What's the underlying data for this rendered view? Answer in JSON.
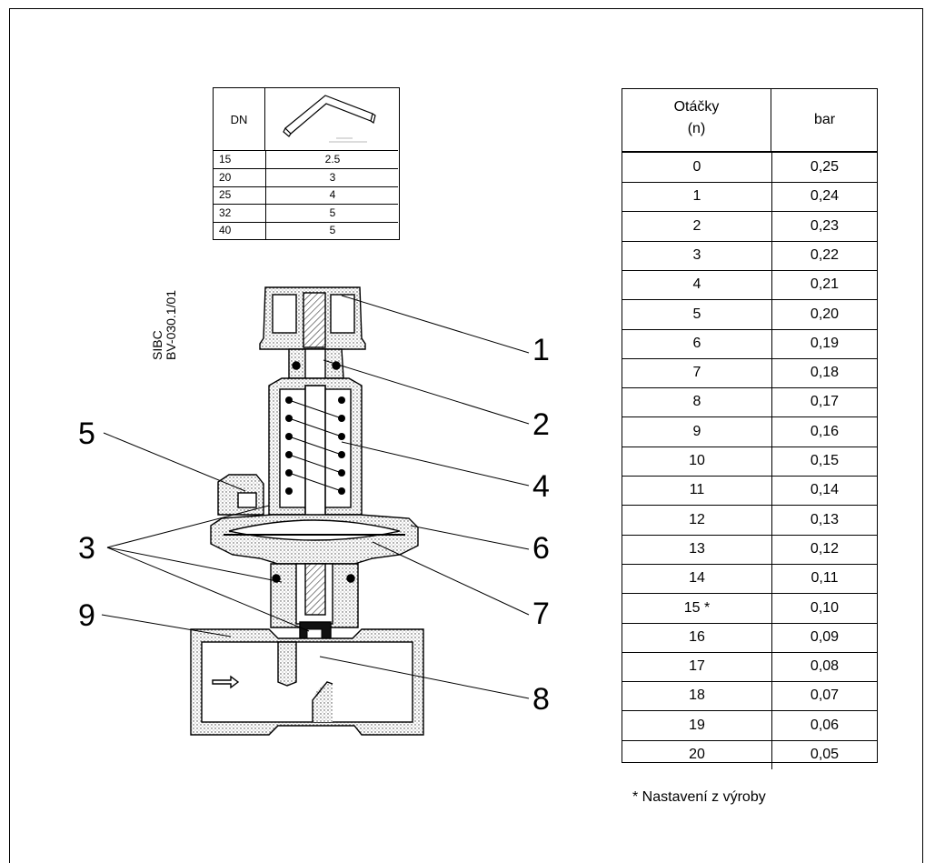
{
  "dn_table": {
    "header": "DN",
    "rows": [
      {
        "dn": "15",
        "size": "2.5"
      },
      {
        "dn": "20",
        "size": "3"
      },
      {
        "dn": "25",
        "size": "4"
      },
      {
        "dn": "32",
        "size": "5"
      },
      {
        "dn": "40",
        "size": "5"
      }
    ]
  },
  "pressure_table": {
    "col1_line1": "Otáčky",
    "col1_line2": "(n)",
    "col2": "bar",
    "rows": [
      {
        "n": "0",
        "bar": "0,25"
      },
      {
        "n": "1",
        "bar": "0,24"
      },
      {
        "n": "2",
        "bar": "0,23"
      },
      {
        "n": "3",
        "bar": "0,22"
      },
      {
        "n": "4",
        "bar": "0,21"
      },
      {
        "n": "5",
        "bar": "0,20"
      },
      {
        "n": "6",
        "bar": "0,19"
      },
      {
        "n": "7",
        "bar": "0,18"
      },
      {
        "n": "8",
        "bar": "0,17"
      },
      {
        "n": "9",
        "bar": "0,16"
      },
      {
        "n": "10",
        "bar": "0,15"
      },
      {
        "n": "11",
        "bar": "0,14"
      },
      {
        "n": "12",
        "bar": "0,13"
      },
      {
        "n": "13",
        "bar": "0,12"
      },
      {
        "n": "14",
        "bar": "0,11"
      },
      {
        "n": "15 *",
        "bar": "0,10"
      },
      {
        "n": "16",
        "bar": "0,09"
      },
      {
        "n": "17",
        "bar": "0,08"
      },
      {
        "n": "18",
        "bar": "0,07"
      },
      {
        "n": "19",
        "bar": "0,06"
      },
      {
        "n": "20",
        "bar": "0,05"
      }
    ]
  },
  "footnote": "* Nastavení z výroby",
  "drawing_code": {
    "line1": "SIBC",
    "line2": "BV-030.1/01"
  },
  "callouts": {
    "c1": "1",
    "c2": "2",
    "c3": "3",
    "c4": "4",
    "c5": "5",
    "c6": "6",
    "c7": "7",
    "c8": "8",
    "c9": "9"
  }
}
